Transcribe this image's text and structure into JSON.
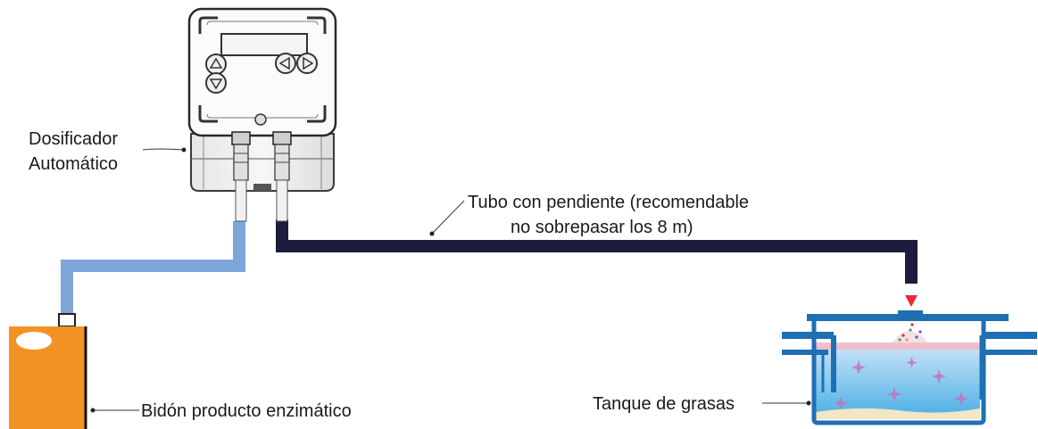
{
  "labels": {
    "dosing_line1": "Dosificador",
    "dosing_line2": "Automático",
    "tube_line1": "Tubo con pendiente (recomendable",
    "tube_line2": "no sobrepasar los 8 m)",
    "drum": "Bidón producto enzimático",
    "tank": "Tanque de grasas"
  },
  "colors": {
    "suction_tube": "#7ea6d8",
    "discharge_tube": "#1c1d3c",
    "drum": "#f39224",
    "drop_marker": "#e8283a",
    "tank_outline": "#1f6fb3",
    "water_top": "#c7e2f6",
    "water_bottom": "#4cb0e6"
  },
  "device": {
    "keypad_icons": [
      "triangle-up-icon",
      "triangle-down-icon",
      "triangle-left-icon",
      "triangle-right-icon"
    ]
  }
}
